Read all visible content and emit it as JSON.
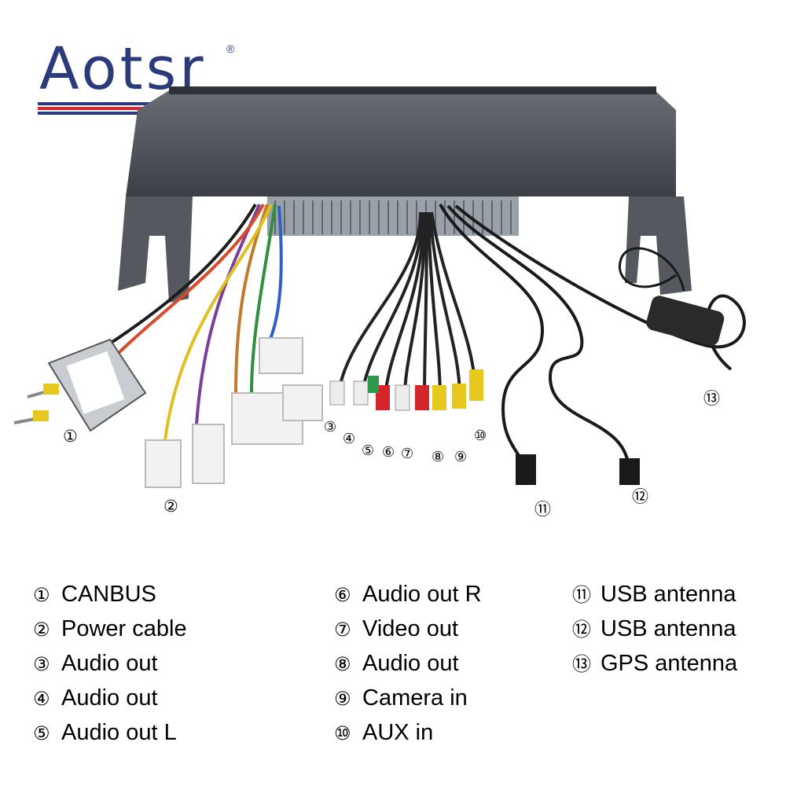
{
  "brand": {
    "logo": "Aotsr",
    "trademark": "®"
  },
  "callouts": [
    "①",
    "②",
    "③",
    "④",
    "⑤",
    "⑥",
    "⑦",
    "⑧",
    "⑨",
    "⑩",
    "⑪",
    "⑫",
    "⑬"
  ],
  "legend": {
    "column1": [
      {
        "num": "①",
        "label": "CANBUS"
      },
      {
        "num": "②",
        "label": "Power cable"
      },
      {
        "num": "③",
        "label": "Audio out"
      },
      {
        "num": "④",
        "label": "Audio out"
      },
      {
        "num": "⑤",
        "label": "Audio out L"
      }
    ],
    "column2": [
      {
        "num": "⑥",
        "label": "Audio out R"
      },
      {
        "num": "⑦",
        "label": "Video out"
      },
      {
        "num": "⑧",
        "label": "Audio out"
      },
      {
        "num": "⑨",
        "label": "Camera in"
      },
      {
        "num": "⑩",
        "label": "AUX in"
      }
    ],
    "column3": [
      {
        "num": "⑪",
        "label": "USB antenna"
      },
      {
        "num": "⑫",
        "label": "USB antenna"
      },
      {
        "num": "⑬",
        "label": "GPS antenna"
      }
    ]
  },
  "colors": {
    "brand": "#2b3a7a",
    "stripe_red": "#d6262e",
    "housing": "#4a4d55"
  }
}
